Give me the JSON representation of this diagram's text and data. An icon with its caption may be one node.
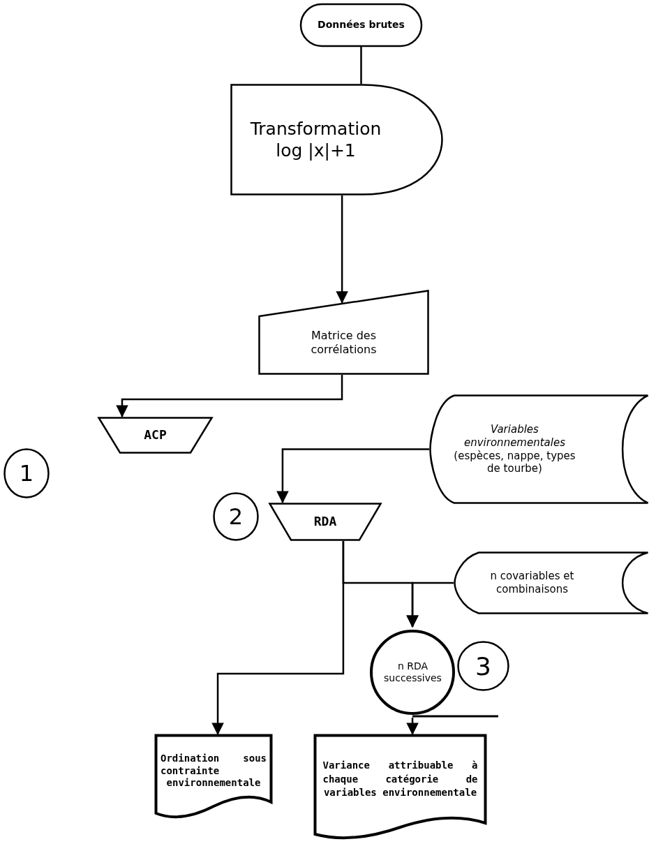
{
  "diagram": {
    "nodes": [
      {
        "text": [
          "Données brutes"
        ]
      },
      {
        "text": [
          "Transformation log |x|+1"
        ]
      },
      {
        "text": [
          "Matrice des corrélations"
        ]
      },
      {
        "text": [
          "ACP"
        ]
      },
      {
        "text": [
          "1"
        ]
      },
      {
        "text": [
          "*Variables environnementales* (espèces, nappe, types de tourbe)"
        ]
      },
      {
        "text": [
          "2"
        ]
      },
      {
        "text": [
          "RDA"
        ]
      },
      {
        "text": [
          "n covariables et combinaisons"
        ]
      },
      {
        "text": [
          "n RDA successives"
        ]
      },
      {
        "text": [
          "3"
        ]
      },
      {
        "text": [
          "Ordination sous contrainte environnementale"
        ]
      },
      {
        "text": [
          "Variance attribuable à chaque catégorie de variables environnementale"
        ]
      }
    ],
    "edges": [
      {
        "from": 0,
        "to": 1,
        "arrow": "none"
      },
      {
        "from": 1,
        "to": 2,
        "arrow": "to"
      },
      {
        "from": 2,
        "to": 3,
        "arrow": "to"
      },
      {
        "from": 5,
        "to": 7,
        "arrow": "to"
      },
      {
        "from": 7,
        "to": 9,
        "arrow": "to"
      },
      {
        "from": 8,
        "to": 9,
        "arrow": "to"
      },
      {
        "from": 7,
        "to": 11,
        "arrow": "to"
      },
      {
        "from": 9,
        "to": 12,
        "arrow": "to"
      }
    ]
  }
}
